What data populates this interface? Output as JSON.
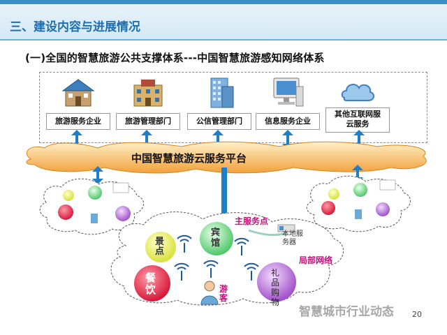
{
  "header": {
    "title": "三、建设内容与进展情况"
  },
  "subtitle": "(一)全国的智慧旅游公共支撑体系---中国智慧旅游感知网络体系",
  "entities": [
    {
      "label": "旅游服务企业",
      "icon": "building-palace-icon"
    },
    {
      "label": "旅游管理部门",
      "icon": "building-government-icon"
    },
    {
      "label": "公信管理部门",
      "icon": "office-tower-icon"
    },
    {
      "label": "信息服务企业",
      "icon": "computer-monitor-icon"
    },
    {
      "label_line1": "其他互联网服",
      "label_line2": "云服务",
      "icon": "cloud-icon"
    }
  ],
  "cloud_platform": {
    "title": "中国智慧旅游云服务平台"
  },
  "local_network": {
    "nodes": {
      "scenic": "景点",
      "hotel": "宾馆",
      "dining": "餐饮",
      "shopping": "礼品购物",
      "tourist": "游客"
    },
    "main_server": "主服务点",
    "local_server": "本地服务器",
    "network_label": "局部网络"
  },
  "colors": {
    "header_band": "#3a8fc6",
    "header_text": "#1d6fb0",
    "arrow": "#1e7fc8",
    "cloud_fill": "#f2a93b",
    "pink_label": "#c4107a"
  },
  "page_number": "20",
  "watermark": "智慧城市行业动态"
}
